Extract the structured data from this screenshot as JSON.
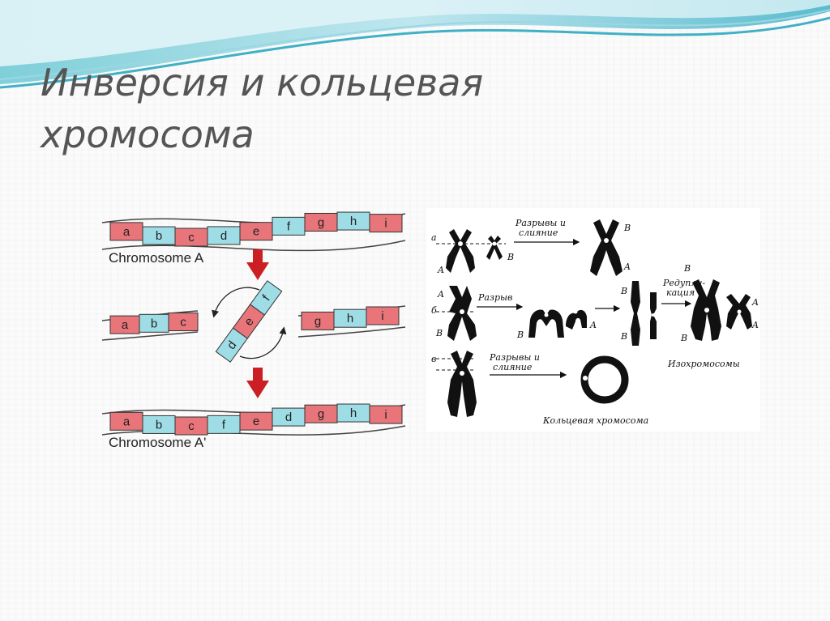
{
  "slide": {
    "title_line1": "Инверсия и кольцевая",
    "title_line2": "хромосома"
  },
  "inversion_diagram": {
    "chromosome_a_label": "Chromosome A",
    "chromosome_a_prime_label": "Chromosome A'",
    "colors": {
      "red_segment": "#e8757a",
      "cyan_segment": "#9fdde6",
      "arrow": "#cc1f24"
    },
    "row1": [
      {
        "label": "a",
        "color": "red"
      },
      {
        "label": "b",
        "color": "cyan"
      },
      {
        "label": "c",
        "color": "red"
      },
      {
        "label": "d",
        "color": "cyan"
      },
      {
        "label": "e",
        "color": "red"
      },
      {
        "label": "f",
        "color": "cyan"
      },
      {
        "label": "g",
        "color": "red"
      },
      {
        "label": "h",
        "color": "cyan"
      },
      {
        "label": "i",
        "color": "red"
      }
    ],
    "row2_left": [
      {
        "label": "a",
        "color": "red"
      },
      {
        "label": "b",
        "color": "cyan"
      },
      {
        "label": "c",
        "color": "red"
      }
    ],
    "row2_middle": [
      {
        "label": "d",
        "color": "cyan"
      },
      {
        "label": "e",
        "color": "red"
      },
      {
        "label": "f",
        "color": "cyan"
      }
    ],
    "row2_right": [
      {
        "label": "g",
        "color": "red"
      },
      {
        "label": "h",
        "color": "cyan"
      },
      {
        "label": "i",
        "color": "red"
      }
    ],
    "row3": [
      {
        "label": "a",
        "color": "red"
      },
      {
        "label": "b",
        "color": "cyan"
      },
      {
        "label": "c",
        "color": "red"
      },
      {
        "label": "f",
        "color": "cyan"
      },
      {
        "label": "e",
        "color": "red"
      },
      {
        "label": "d",
        "color": "cyan"
      },
      {
        "label": "g",
        "color": "red"
      },
      {
        "label": "h",
        "color": "cyan"
      },
      {
        "label": "i",
        "color": "red"
      }
    ]
  },
  "ring_diagram": {
    "row_a_marker": "а",
    "row_b_marker": "б",
    "row_v_marker": "в",
    "breaks_fusion_line1": "Разрывы и",
    "breaks_fusion_line2": "слияние",
    "break_label": "Разрыв",
    "reduplication_line1": "Редупли-",
    "reduplication_line2": "кация",
    "isochromosomes_label": "Изохромосомы",
    "ring_chromosome_label": "Кольцевая хромосома",
    "arm_a": "A",
    "arm_b": "B"
  }
}
